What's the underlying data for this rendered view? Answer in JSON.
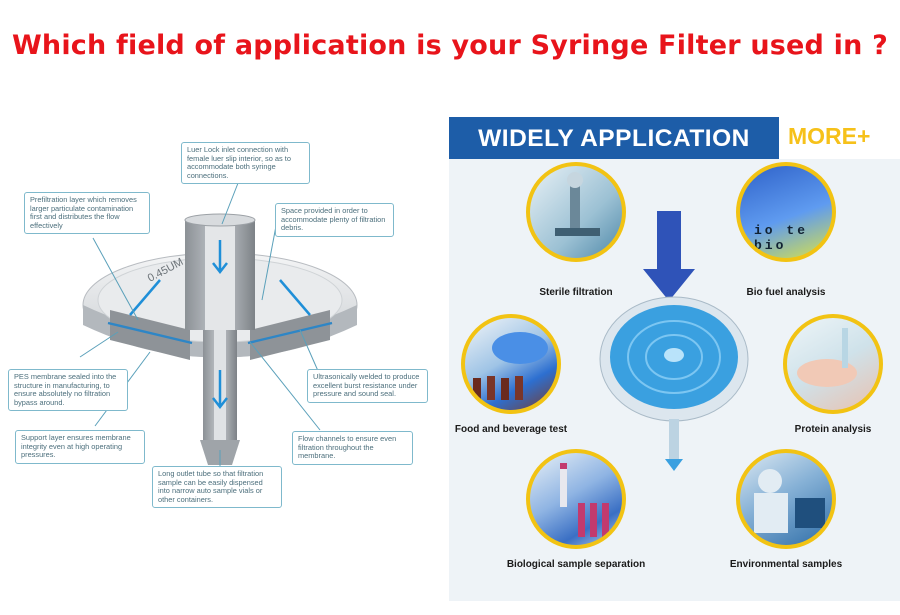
{
  "headline": "Which field of application is your Syringe Filter used in ?",
  "diagram": {
    "lens_text": "0.45UM",
    "callouts": {
      "luer": "Luer Lock inlet connection with female luer slip interior, so as to accommodate both syringe connections.",
      "prefiltration": "Prefiltration layer which removes larger particulate contamination first and distributes the flow effectively",
      "space": "Space provided in order to accommodate plenty of filtration debris.",
      "pes": "PES membrane sealed into the structure in manufacturing, to ensure absolutely no filtration bypass around.",
      "ultrasonic": "Ultrasonically welded to produce excellent burst resistance under pressure and sound seal.",
      "support": "Support layer ensures membrane integrity even at high operating pressures.",
      "flow": "Flow channels to ensure even filtration throughout the membrane.",
      "outlet": "Long outlet tube so that filtration sample can be easily dispensed into narrow auto sample vials or other containers."
    }
  },
  "panel": {
    "banner": "WIDELY APPLICATION",
    "more": "MORE+",
    "bio_text": "io te bio",
    "applications": {
      "sterile": "Sterile filtration",
      "biofuel": "Bio fuel analysis",
      "food": "Food and beverage test",
      "protein": "Protein analysis",
      "biological": "Biological sample separation",
      "environmental": "Environmental samples"
    }
  },
  "colors": {
    "headline": "#e8141b",
    "banner_bg": "#1d5da8",
    "more": "#f6c11a",
    "circle_border": "#f2c313"
  }
}
